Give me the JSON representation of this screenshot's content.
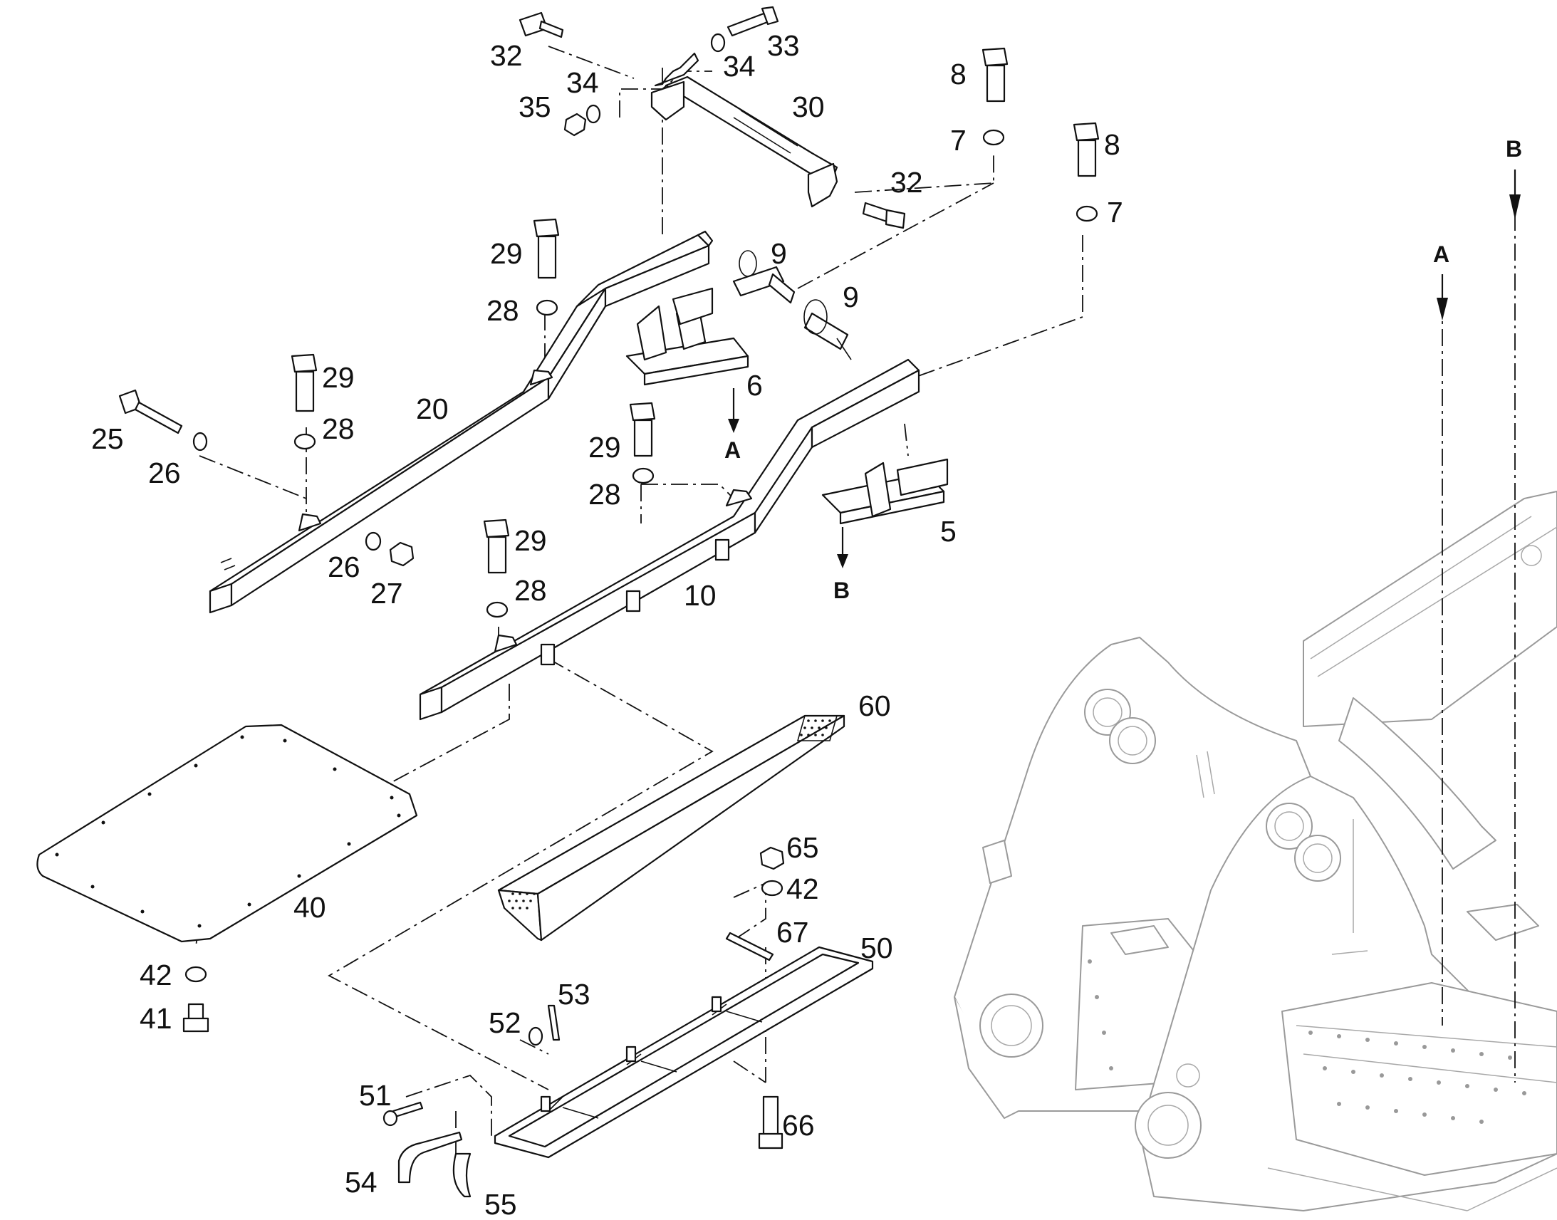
{
  "callouts": {
    "c5": "5",
    "c6": "6",
    "c7a": "7",
    "c7b": "7",
    "c8a": "8",
    "c8b": "8",
    "c9a": "9",
    "c9b": "9",
    "c10": "10",
    "c20": "20",
    "c25": "25",
    "c26a": "26",
    "c26b": "26",
    "c27": "27",
    "c28a": "28",
    "c28b": "28",
    "c28c": "28",
    "c28d": "28",
    "c29a": "29",
    "c29b": "29",
    "c29c": "29",
    "c29d": "29",
    "c30": "30",
    "c32a": "32",
    "c32b": "32",
    "c33": "33",
    "c34a": "34",
    "c34b": "34",
    "c35": "35",
    "c40": "40",
    "c41": "41",
    "c42a": "42",
    "c42b": "42",
    "c50": "50",
    "c51": "51",
    "c52": "52",
    "c53": "53",
    "c54": "54",
    "c55": "55",
    "c60": "60",
    "c65": "65",
    "c66": "66",
    "c67": "67"
  },
  "view_markers": {
    "a_top": "A",
    "a_bottom": "A",
    "b_top": "B",
    "b_bottom": "B"
  }
}
